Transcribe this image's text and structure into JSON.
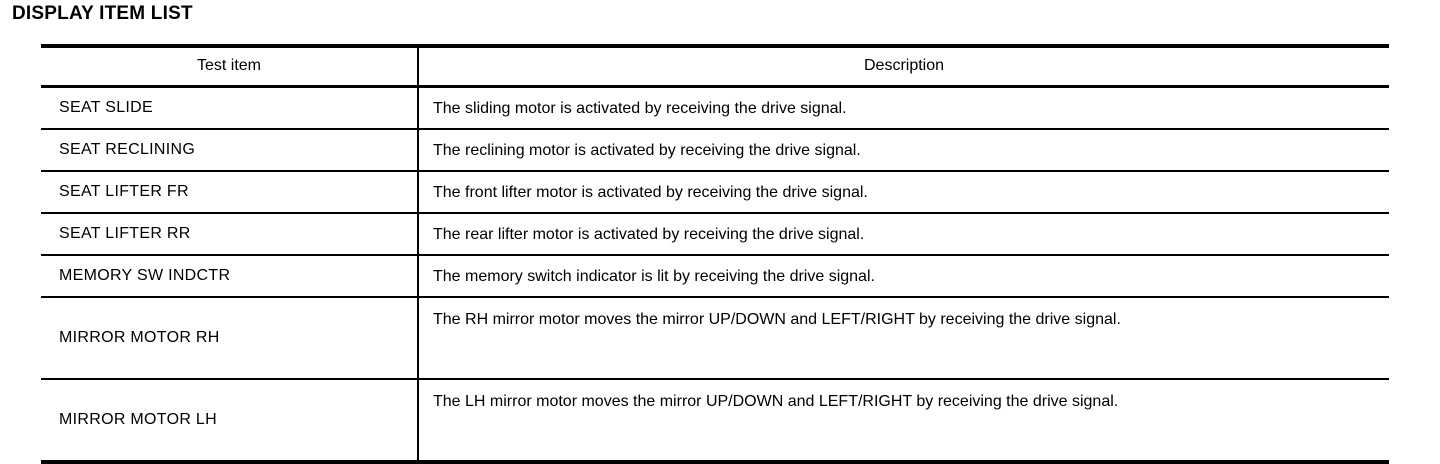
{
  "page": {
    "title": "DISPLAY ITEM LIST"
  },
  "table": {
    "columns": [
      {
        "key": "test_item",
        "header": "Test item"
      },
      {
        "key": "description",
        "header": "Description"
      }
    ],
    "rows": [
      {
        "test_item": "SEAT  SLIDE",
        "description": "The sliding motor is activated by receiving the drive signal.",
        "lines": 1
      },
      {
        "test_item": "SEAT  RECLINING",
        "description": "The reclining motor is activated by receiving the drive signal.",
        "lines": 1
      },
      {
        "test_item": "SEAT  LIFTER FR",
        "description": "The front lifter motor is activated by receiving the drive signal.",
        "lines": 1
      },
      {
        "test_item": "SEAT  LIFTER RR",
        "description": "The rear lifter motor is activated by receiving the drive signal.",
        "lines": 1
      },
      {
        "test_item": "MEMORY  SW INDCTR",
        "description": "The memory switch indicator is lit by receiving the drive signal.",
        "lines": 1
      },
      {
        "test_item": "MIRROR  MOTOR RH",
        "description": "The RH mirror motor moves the mirror UP/DOWN and LEFT/RIGHT by receiving the drive signal.",
        "lines": 2
      },
      {
        "test_item": "MIRROR  MOTOR LH",
        "description": "The LH mirror motor moves the mirror UP/DOWN and LEFT/RIGHT by receiving the drive signal.",
        "lines": 2
      }
    ]
  },
  "colors": {
    "text": "#000000",
    "background": "#ffffff",
    "rule": "#000000"
  }
}
